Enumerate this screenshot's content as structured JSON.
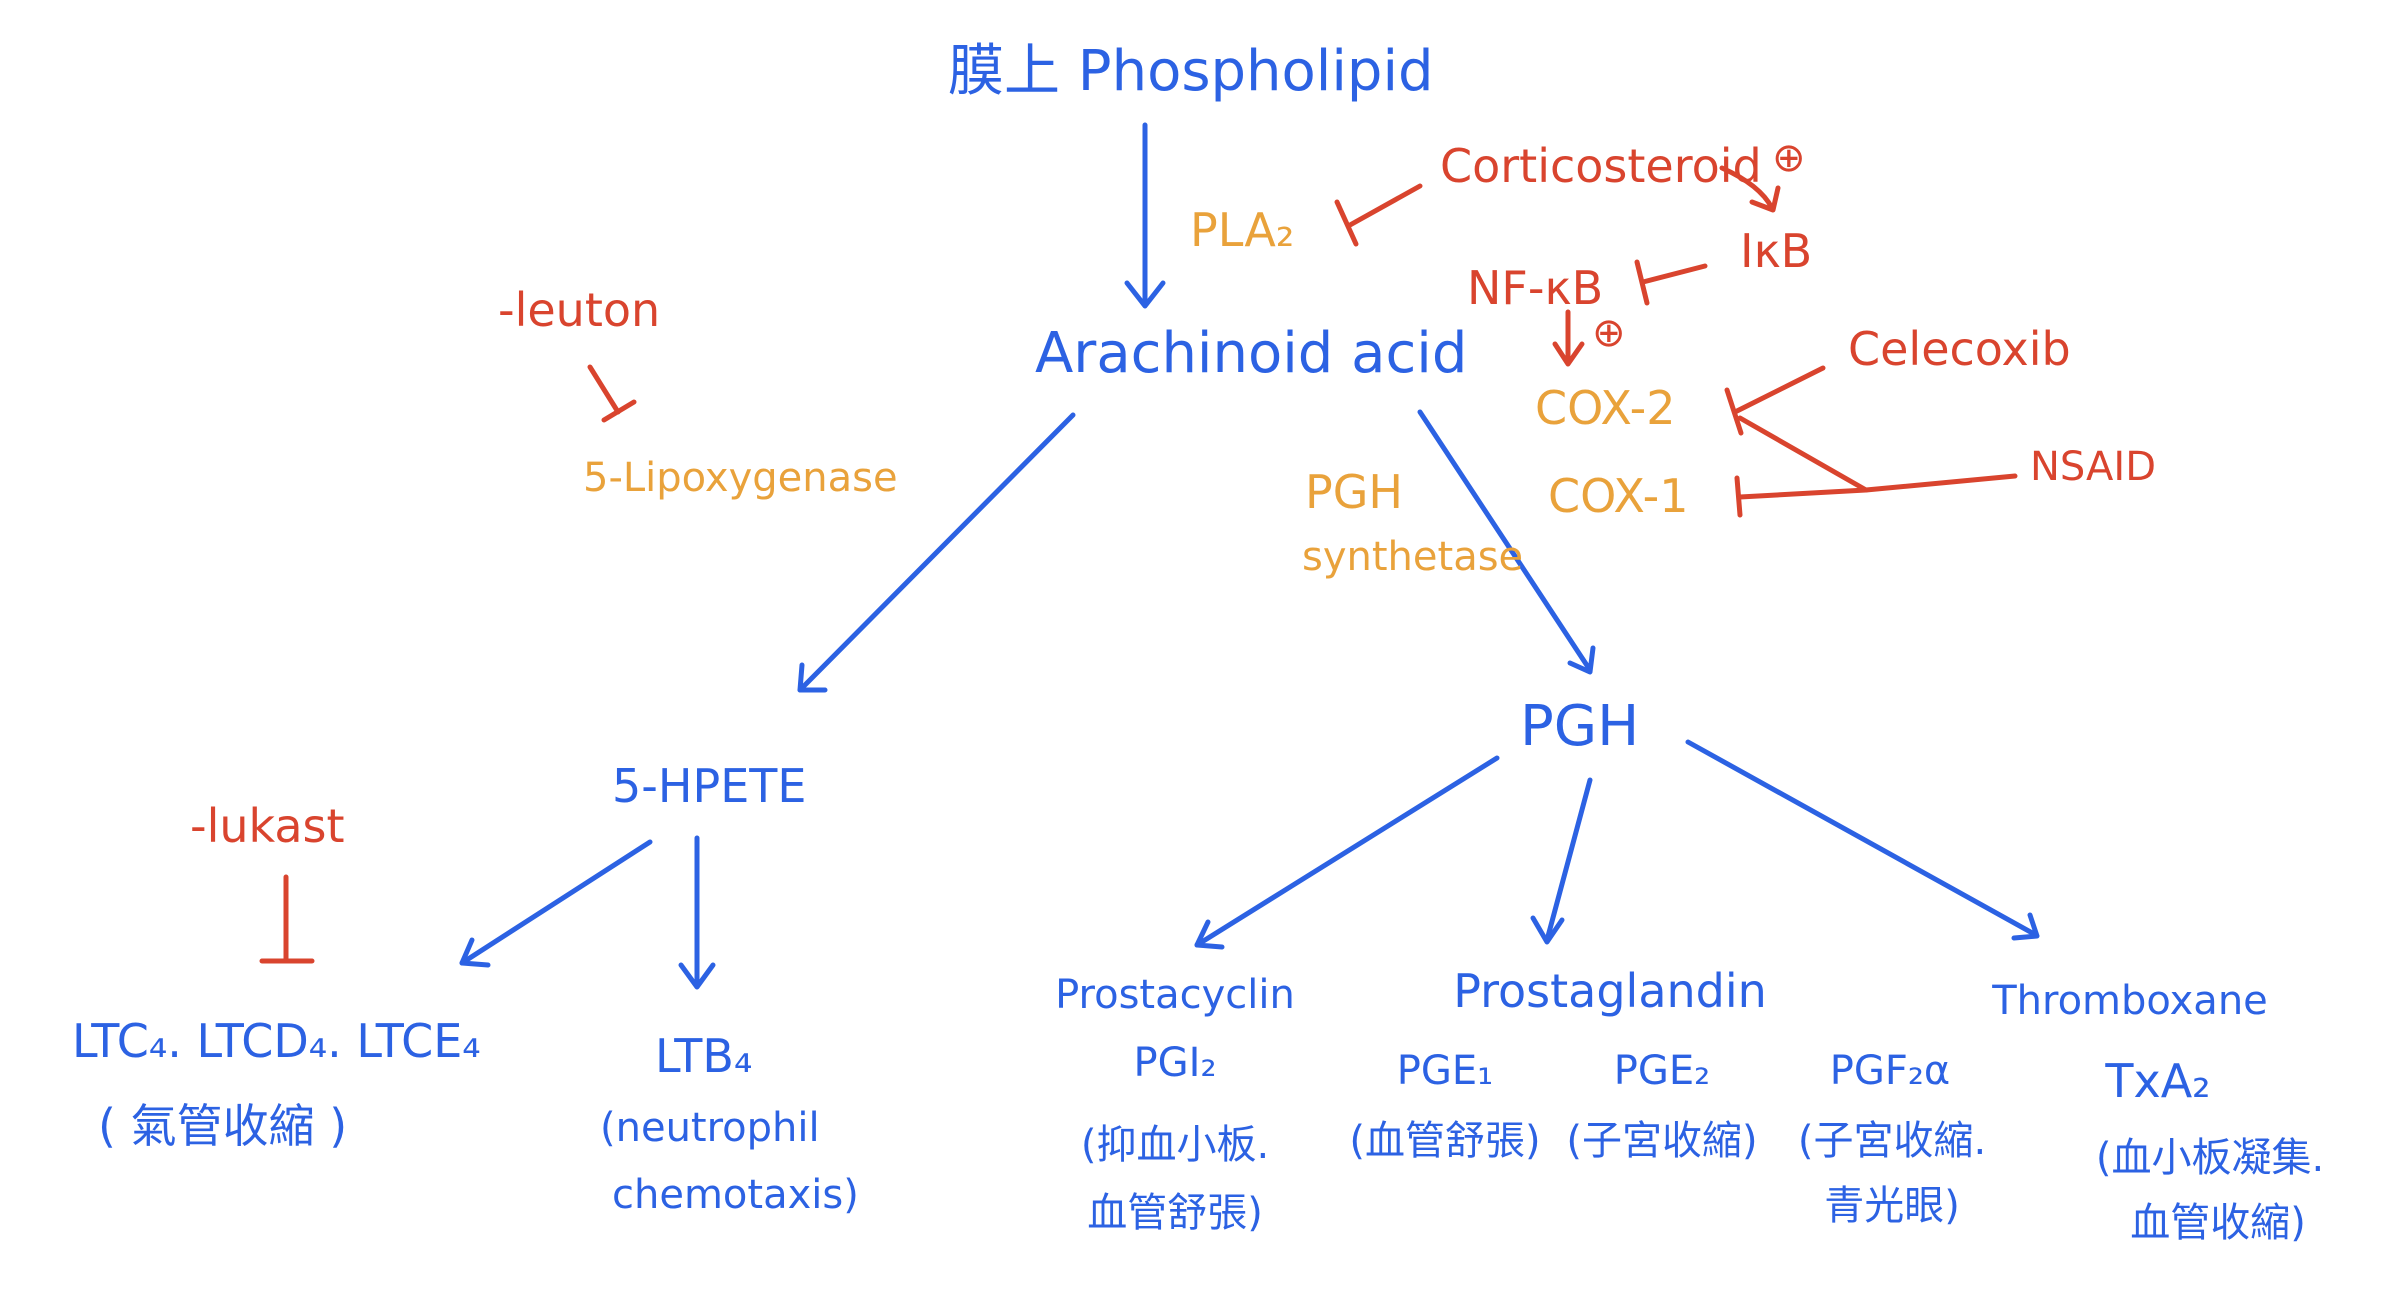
{
  "colors": {
    "blue": "#2c62e3",
    "orange": "#e9a23b",
    "red": "#d9442e"
  },
  "nodes": {
    "membrane_phospholipid": "膜上 Phospholipid",
    "pla2": "PLA₂",
    "arachidonic_acid": "Arachinoid acid",
    "corticosteroid": "Corticosteroid",
    "corticosteroid_plus": "⊕",
    "ikb": "IκB",
    "nfkb": "NF-κB",
    "nfkb_plus": "⊕",
    "cox2": "COX-2",
    "cox1": "COX-1",
    "celecoxib": "Celecoxib",
    "nsaid": "NSAID",
    "leuton": "-leuton",
    "lipoxygenase": "5-Lipoxygenase",
    "pgh_synthetase_line1": "PGH",
    "pgh_synthetase_line2": "synthetase",
    "hpete": "5-HPETE",
    "pgh": "PGH",
    "lukast": "-lukast",
    "ltc_line1": "LTC₄. LTCD₄. LTCE₄",
    "ltc_line2": "( 氣管收縮 )",
    "ltb_line1": "LTB₄",
    "ltb_line2": "(neutrophil",
    "ltb_line3": "chemotaxis)",
    "prostacyclin_line1": "Prostacyclin",
    "prostacyclin_line2": "PGI₂",
    "prostacyclin_line3": "(抑血小板.",
    "prostacyclin_line4": "血管舒張)",
    "prostaglandin": "Prostaglandin",
    "pge1_line1": "PGE₁",
    "pge1_line2": "(血管舒張)",
    "pge2_line1": "PGE₂",
    "pge2_line2": "(子宮收縮)",
    "pgf_line1": "PGF₂α",
    "pgf_line2": "(子宮收縮.",
    "pgf_line3": "青光眼)",
    "thromboxane_line1": "Thromboxane",
    "thromboxane_line2": "TxA₂",
    "thromboxane_line3": "(血小板凝集.",
    "thromboxane_line4": "血管收縮)"
  }
}
